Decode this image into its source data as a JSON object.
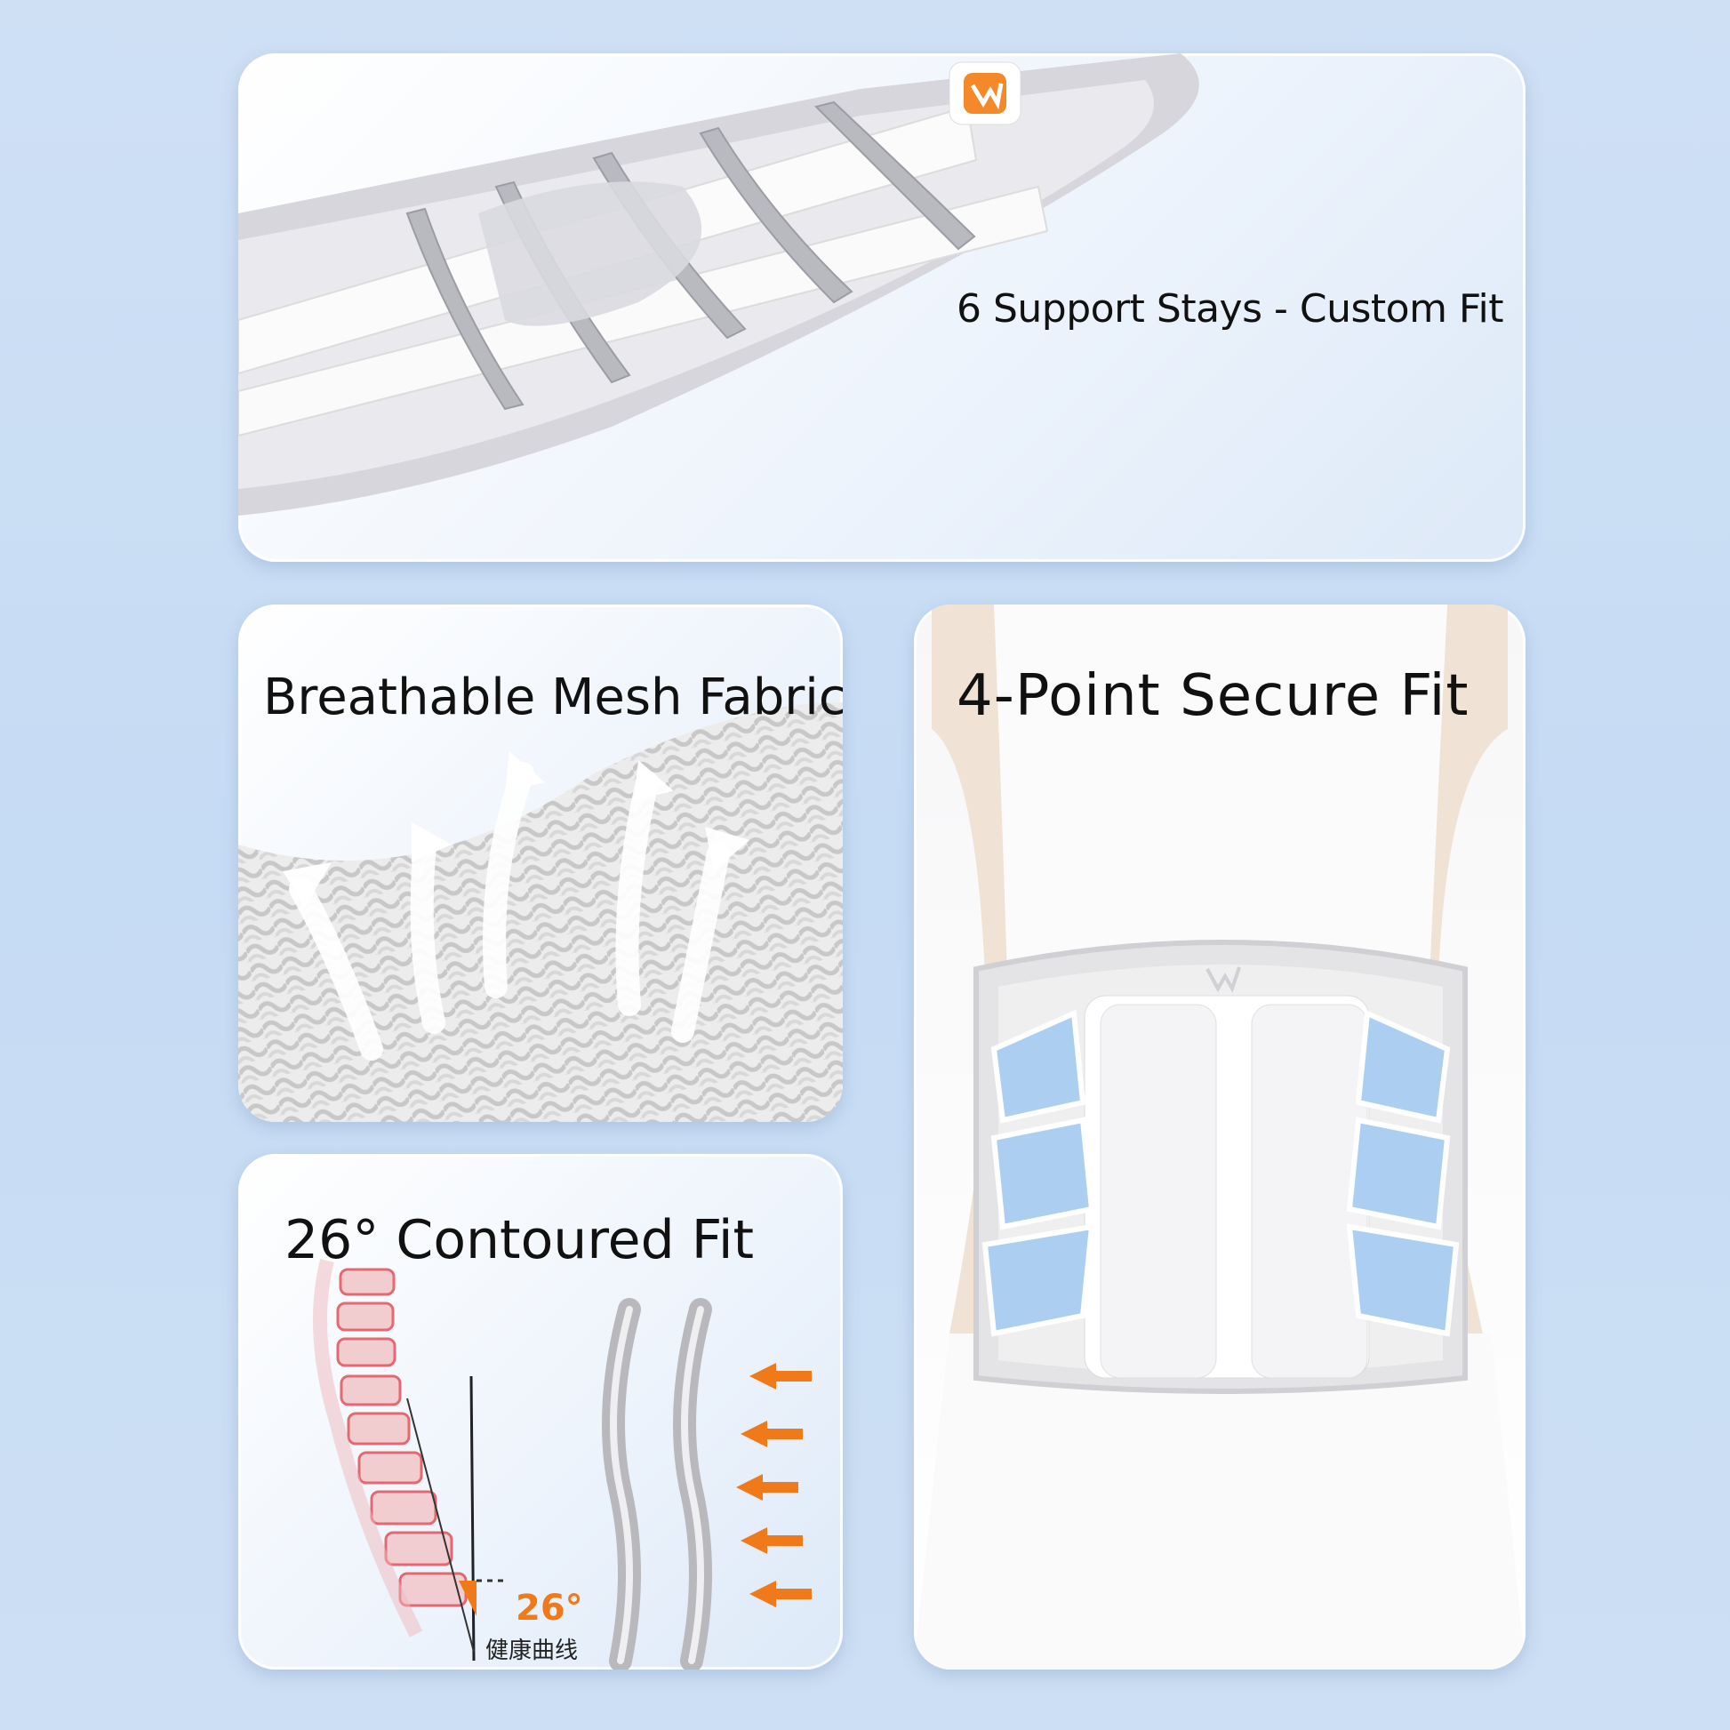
{
  "panels": {
    "stays": {
      "caption": "6 Support Stays - Custom Fit"
    },
    "mesh": {
      "caption": "Breathable Mesh Fabric"
    },
    "curve": {
      "caption": "26° Contoured Fit",
      "angle_label": "26°",
      "curve_label": "健康曲线"
    },
    "fit": {
      "caption": "4-Point Secure Fit"
    }
  },
  "colors": {
    "background": "#c9ddf4",
    "accent_orange": "#f07a1a",
    "spine_red": "#e0505a",
    "brace_blue": "#a9cdf2"
  }
}
